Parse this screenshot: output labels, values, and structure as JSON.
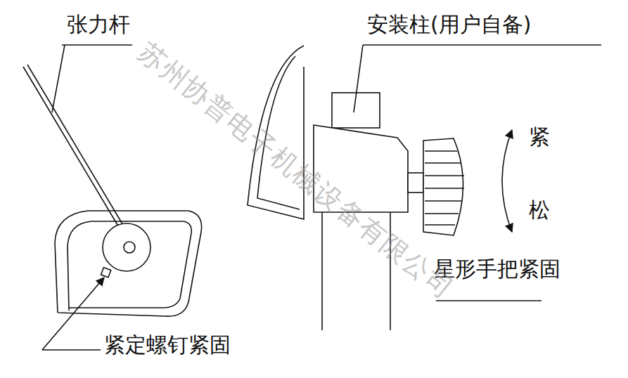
{
  "diagram": {
    "labels": [
      "张力杆",
      "安装柱(用户自备)",
      "紧",
      "松",
      "星形手把紧固",
      "紧定螺钉紧固",
      "苏州协普电子机械设备有限公司"
    ]
  }
}
